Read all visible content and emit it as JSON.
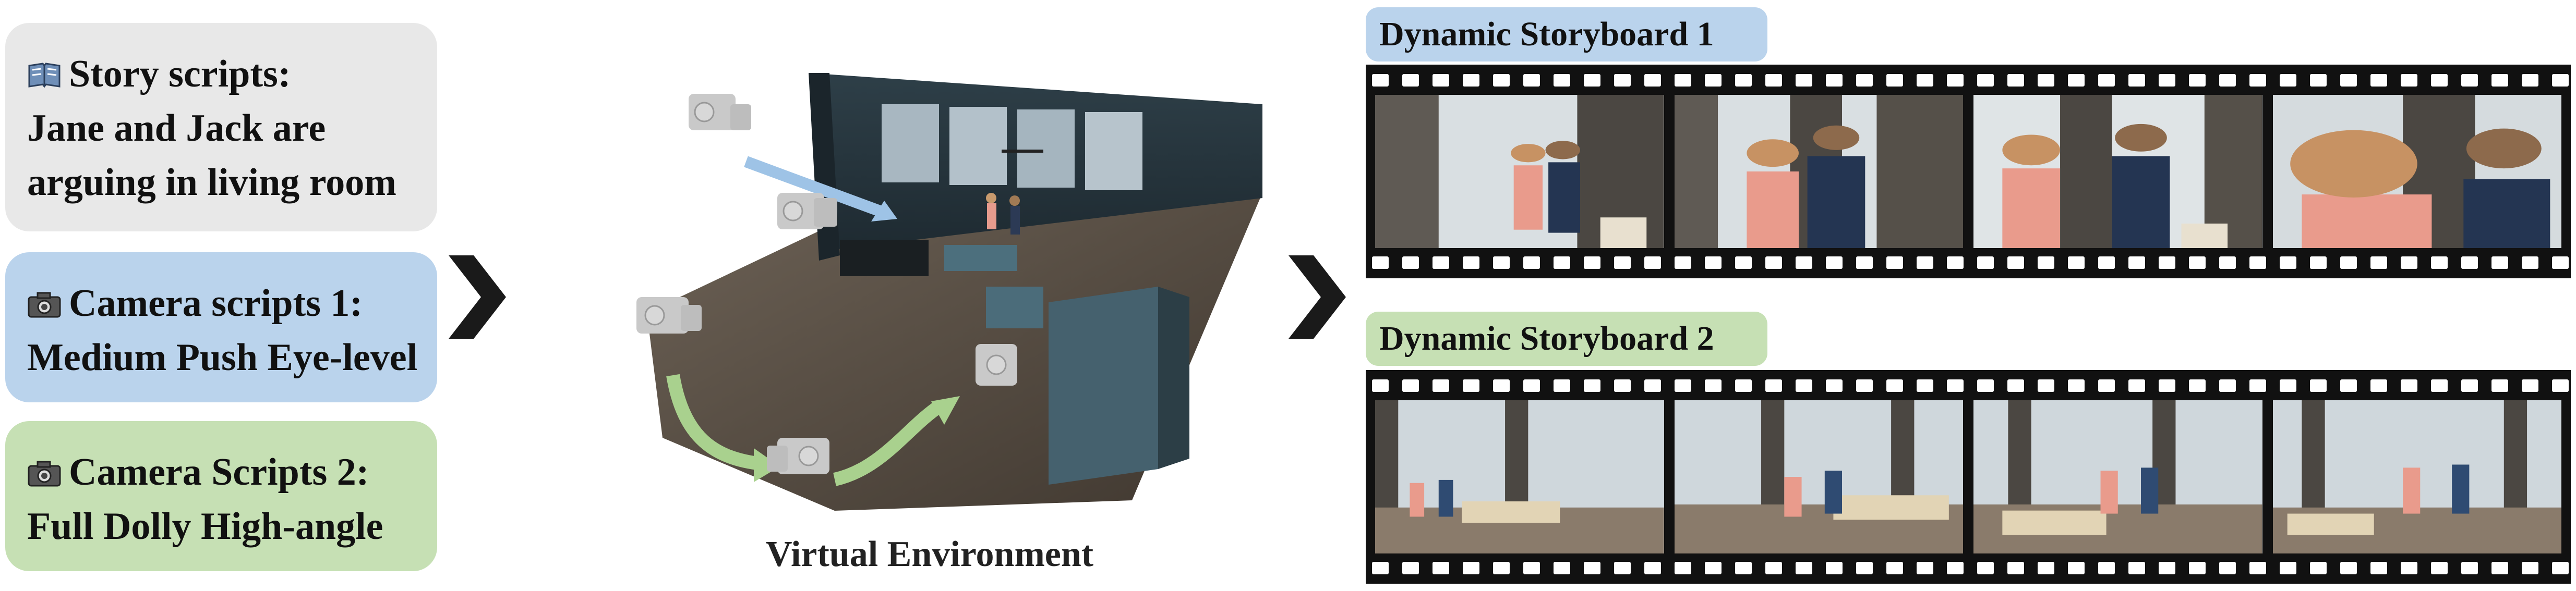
{
  "scripts": {
    "story": {
      "icon": "book-icon",
      "lines": [
        "Story scripts:",
        "Jane and Jack are",
        "arguing in living room"
      ]
    },
    "camera1": {
      "icon": "camera-icon",
      "lines": [
        "Camera scripts 1:",
        "Medium Push Eye-level"
      ]
    },
    "camera2": {
      "icon": "camera-icon",
      "lines": [
        "Camera Scripts 2:",
        "Full Dolly High-angle"
      ]
    }
  },
  "environment": {
    "label": "Virtual Environment"
  },
  "storyboards": [
    {
      "title": "Dynamic Storyboard 1",
      "color": "#bad3ec",
      "frames": 4
    },
    {
      "title": "Dynamic Storyboard 2",
      "color": "#c6e0b4",
      "frames": 4
    }
  ],
  "colors": {
    "blue_arrow": "#9ec3e6",
    "green_arrow": "#a9d18e",
    "chevron": "#1a1a1a"
  }
}
